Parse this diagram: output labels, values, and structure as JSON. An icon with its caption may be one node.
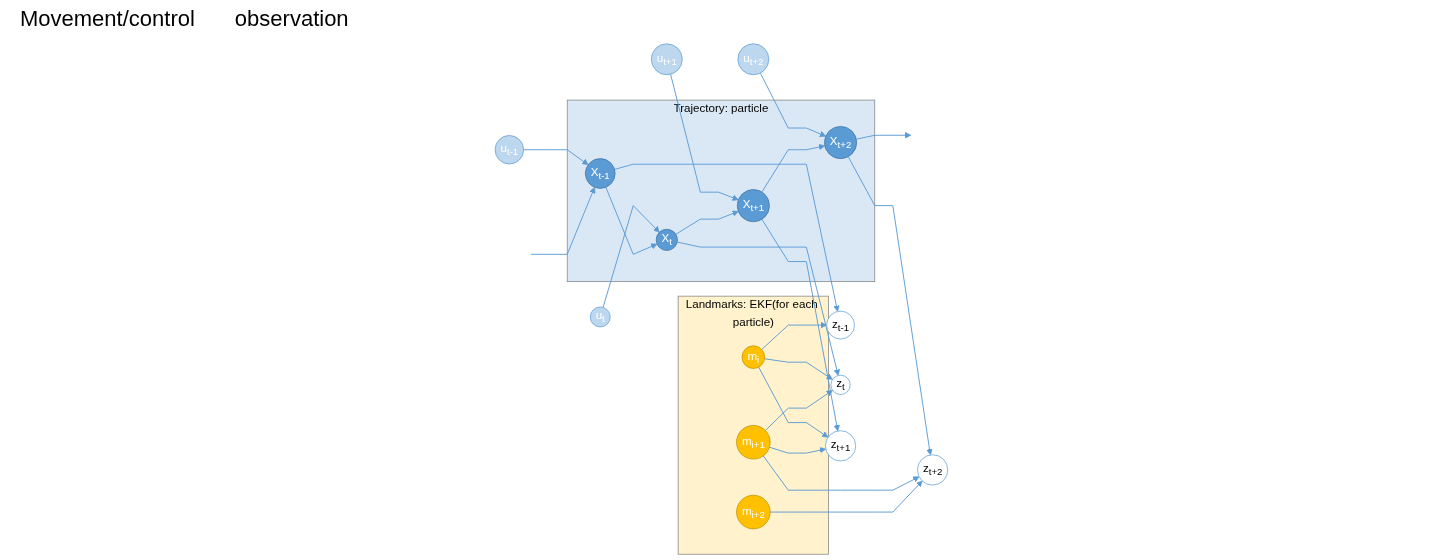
{
  "diagram": {
    "nodes": [
      {
        "text": [
          "u$_{t-1}$"
        ]
      },
      {
        "text": [
          "u$_{t}$"
        ]
      },
      {
        "text": [
          "u$_{t+1}$"
        ]
      },
      {
        "text": [
          "u$_{t+2}$"
        ]
      },
      {
        "text": [
          "Trajectory: particle"
        ]
      },
      {
        "text": [
          "X$_{t-1}$"
        ],
        "in": 4
      },
      {
        "text": [
          "X$_{t}$"
        ],
        "in": 4
      },
      {
        "text": [
          "X$_{t+1}$"
        ],
        "in": 4
      },
      {
        "text": [
          "X$_{t+2}$"
        ],
        "in": 4
      },
      {
        "text": [
          "z$_{t-1}$"
        ]
      },
      {
        "text": [
          "z$_{t}$"
        ]
      },
      {
        "text": [
          "z$_{t+1}$"
        ]
      },
      {
        "text": [
          "z$_{t+2}$"
        ]
      },
      {
        "text": [
          "Landmarks: EKF(for each particle)"
        ]
      },
      {
        "text": [
          "m$_{i}$"
        ],
        "in": 13
      },
      {
        "text": [
          "m$_{i+1}$"
        ],
        "in": 13
      },
      {
        "text": [
          "m$_{i+2}$"
        ],
        "in": 13
      }
    ],
    "edges": [
      {
        "from": 0,
        "to": 5,
        "arrow": "to"
      },
      {
        "from": 1,
        "to": 6,
        "arrow": "to"
      },
      {
        "from": 2,
        "to": 7,
        "arrow": "to"
      },
      {
        "from": 3,
        "to": 8,
        "arrow": "to"
      },
      {
        "from": null,
        "to": 5,
        "arrow": "to"
      },
      {
        "from": 5,
        "to": 6,
        "arrow": "to"
      },
      {
        "from": 6,
        "to": 7,
        "arrow": "to"
      },
      {
        "from": 7,
        "to": 8,
        "arrow": "to"
      },
      {
        "from": 8,
        "to": null,
        "arrow": "to"
      },
      {
        "from": 5,
        "to": 9,
        "arrow": "to"
      },
      {
        "from": 6,
        "to": 10,
        "arrow": "to"
      },
      {
        "from": 7,
        "to": 11,
        "arrow": "to"
      },
      {
        "from": 8,
        "to": 12,
        "arrow": "to"
      },
      {
        "from": 14,
        "to": 9,
        "arrow": "to"
      },
      {
        "from": 14,
        "to": 10,
        "arrow": "to"
      },
      {
        "from": 14,
        "to": 11,
        "arrow": "to"
      },
      {
        "from": 15,
        "to": 10,
        "arrow": "to"
      },
      {
        "from": 15,
        "to": 11,
        "arrow": "to"
      },
      {
        "from": 15,
        "to": 12,
        "arrow": "to"
      },
      {
        "from": 16,
        "to": 12,
        "arrow": "to"
      }
    ],
    "labels": [
      "Movement/control",
      "observation"
    ]
  }
}
